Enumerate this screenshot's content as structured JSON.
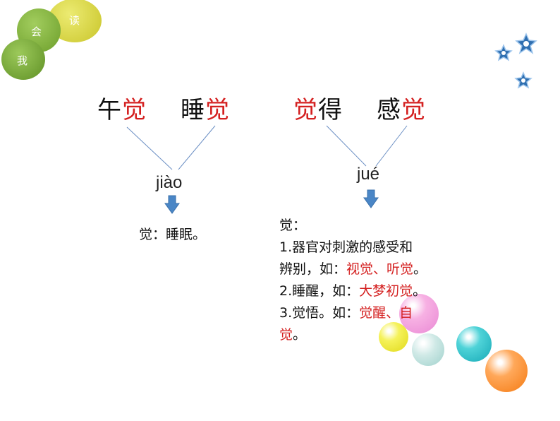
{
  "badges": {
    "du": "读",
    "hui": "会",
    "wo": "我"
  },
  "colors": {
    "red": "#d42020",
    "badge_green": "#7cae3a",
    "badge_yellow": "#d7d63b",
    "arrow": "#4a86c6"
  },
  "group1": {
    "word1": {
      "plain_before": "午",
      "red": "觉",
      "plain_after": ""
    },
    "word2": {
      "plain_before": "睡",
      "red": "觉",
      "plain_after": ""
    },
    "pinyin": "jiào",
    "definition": "觉：睡眠。"
  },
  "group2": {
    "word1": {
      "plain_before": "",
      "red": "觉",
      "plain_after": "得"
    },
    "word2": {
      "plain_before": "感",
      "red": "觉",
      "plain_after": ""
    },
    "pinyin": "jué",
    "def_head": "觉：",
    "def1_a": "1.器官对刺激的感受和",
    "def1_b": "辨别，如：",
    "def1_ex": "视觉、听觉",
    "def1_end": "。",
    "def2_a": "2.睡醒，如：",
    "def2_ex": "大梦初觉",
    "def2_end": "。",
    "def3_a": "3.觉悟。如：",
    "def3_ex1": "觉醒、自",
    "def3_ex2": "觉",
    "def3_end": "。"
  },
  "icons": [
    "star-icon",
    "star-icon",
    "star-icon"
  ]
}
